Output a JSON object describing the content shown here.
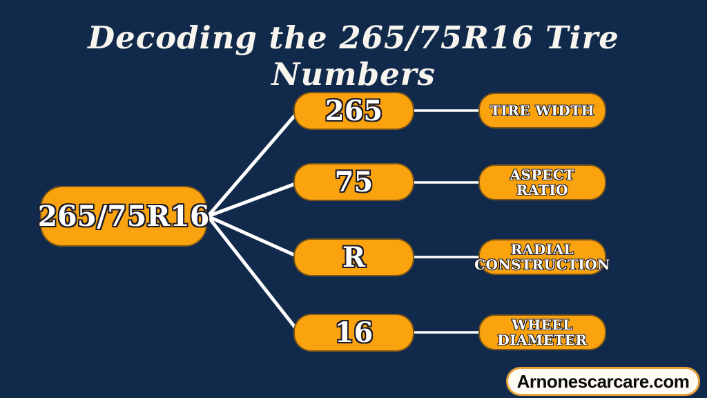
{
  "page": {
    "background_color": "#112A4C",
    "accent_orange": "#FBA30F",
    "line_color": "#FFFFFF",
    "badge_border_color": "#E8A23B"
  },
  "header": {
    "title": "Decoding the 265/75R16 Tire Numbers"
  },
  "diagram": {
    "source_label": "265/75R16",
    "rows": [
      {
        "code": "265",
        "meaning": "TIRE WIDTH"
      },
      {
        "code": "75",
        "meaning": "ASPECT RATIO"
      },
      {
        "code": "R",
        "meaning": "RADIAL CONSTRUCTION"
      },
      {
        "code": "16",
        "meaning": "WHEEL DIAMETER"
      }
    ]
  },
  "footer": {
    "brand": "Arnonescarcare.com"
  }
}
